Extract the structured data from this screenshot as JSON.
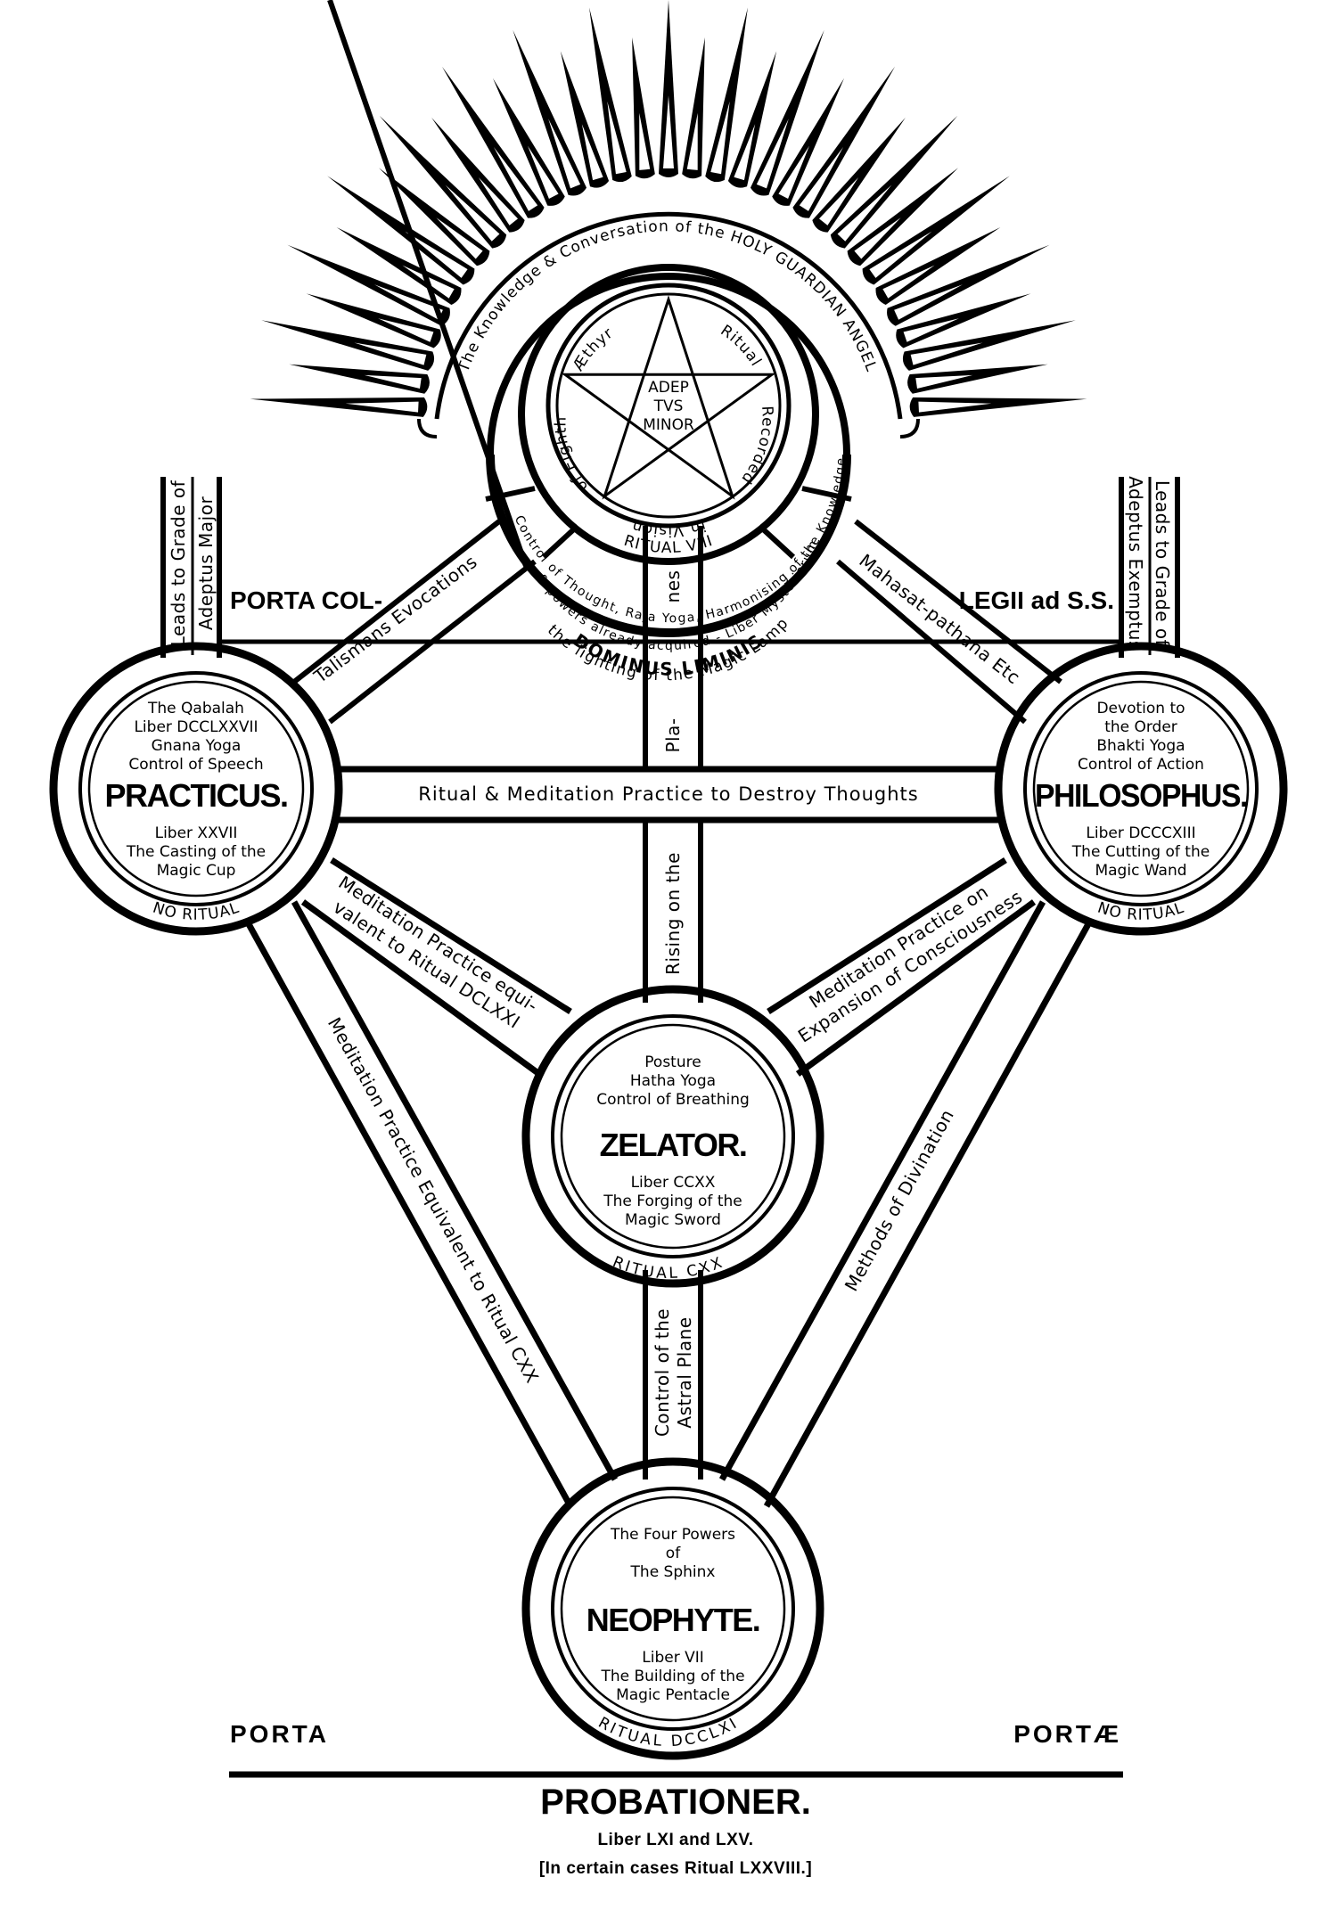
{
  "colors": {
    "ink": "#000000",
    "paper": "#ffffff"
  },
  "crown": {
    "arc_text": "The Knowledge & Conversation of the HOLY GUARDIAN ANGEL",
    "ray_count": 33
  },
  "adeptus_minor": {
    "center_lines": [
      "ADEP",
      "TVS",
      "MINOR"
    ],
    "ring_words": [
      "Æthyr",
      "Ritual",
      "Recorded",
      "in Vision",
      "of Eighth"
    ],
    "ritual": "RITUAL VIII",
    "icon": "pentagram-icon"
  },
  "dominus_liminis": {
    "arc_line1": "Control of Thought, Raja Yoga, Harmonising of the Knowledge",
    "arc_line2": "& powers already acquired - Liber Mysteriorum",
    "title": "DOMINUS LIMINIS",
    "subtitle": "the lighting of the Magic Lamp"
  },
  "porta_collegii": {
    "left": "PORTA COL-",
    "right": "LEGII ad S.S."
  },
  "grades": {
    "practicus": {
      "above": [
        "The Qabalah",
        "Liber DCCLXXVII",
        "Gnana Yoga",
        "Control of Speech"
      ],
      "name": "PRACTICUS.",
      "below": [
        "Liber XXVII",
        "The Casting of the",
        "Magic Cup"
      ],
      "ritual": "NO RITUAL"
    },
    "philosophus": {
      "above": [
        "Devotion to",
        "the Order",
        "Bhakti Yoga",
        "Control of Action"
      ],
      "name": "PHILOSOPHUS.",
      "below": [
        "Liber DCCCXIII",
        "The Cutting of the",
        "Magic Wand"
      ],
      "ritual": "NO RITUAL"
    },
    "zelator": {
      "above": [
        "Posture",
        "Hatha Yoga",
        "Control of Breathing"
      ],
      "name": "ZELATOR.",
      "below": [
        "Liber CCXX",
        "The Forging of the",
        "Magic Sword"
      ],
      "ritual": "RITUAL CXX"
    },
    "neophyte": {
      "above": [
        "The Four Powers",
        "of",
        "The Sphinx"
      ],
      "name": "NEOPHYTE.",
      "below": [
        "Liber VII",
        "The Building of the",
        "Magic Pentacle"
      ],
      "ritual": "RITUAL DCCLXI"
    }
  },
  "paths": {
    "leads_left": [
      "Leads to Grade of",
      "Adeptus Major"
    ],
    "leads_right": [
      "Leads to Grade of",
      "Adeptus Exemptus"
    ],
    "talismans": "Talismans Evocations",
    "mahasat": "Mahasat-pathana Etc",
    "horizontal": "Ritual & Meditation Practice to Destroy Thoughts",
    "central_upper_1": "nes",
    "central_upper_2": "Pla-",
    "central_lower": "Rising on the",
    "practicus_zelator": [
      "Meditation Practice equi-",
      "valent to Ritual DCLXXI"
    ],
    "philosophus_zelator": [
      "Meditation Practice on",
      "Expansion of Consciousness"
    ],
    "practicus_neophyte": "Meditation Practice Equivalent to Ritual CXX",
    "philosophus_neophyte": "Methods of Divination",
    "zelator_neophyte": [
      "Control of the",
      "Astral Plane"
    ]
  },
  "bottom": {
    "porta_left": "PORTA",
    "porta_right": "PORTÆ",
    "title": "PROBATIONER.",
    "line1": "Liber LXI and LXV.",
    "line2": "[In certain cases Ritual LXXVIII.]"
  }
}
